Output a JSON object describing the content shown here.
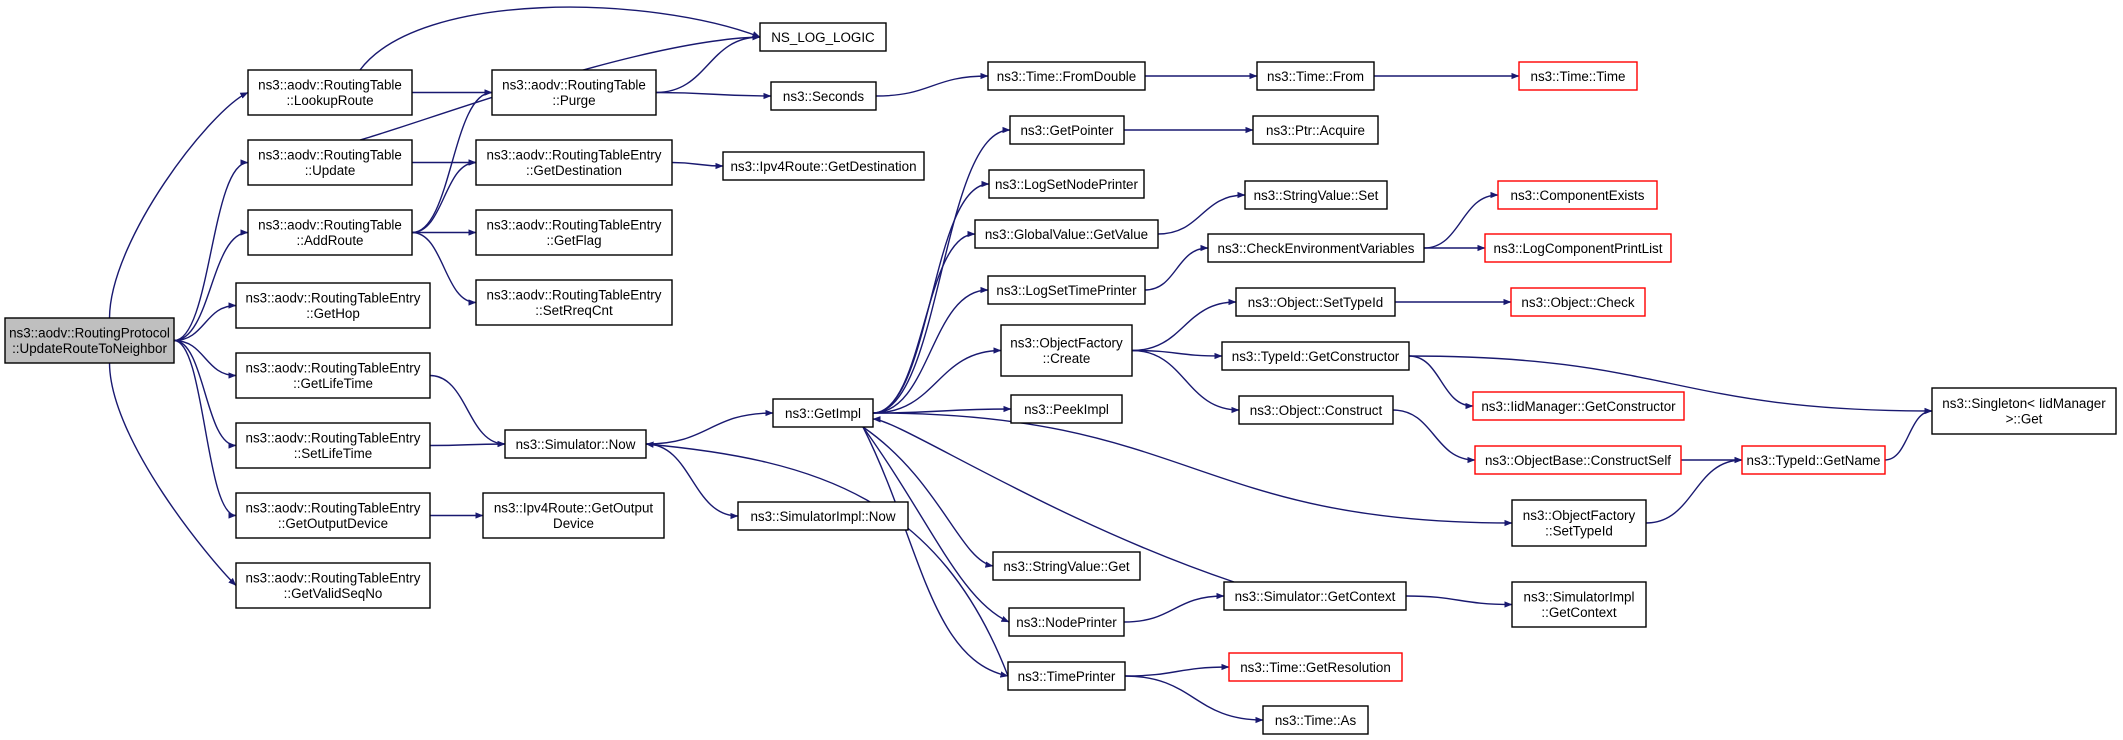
{
  "graph_title": "",
  "colors": {
    "edge": "#191970",
    "root_fill": "#bfbfbf",
    "node_border": "#000000",
    "truncated_node_border": "#ff0000",
    "background": "#ffffff"
  },
  "nodes": [
    {
      "id": "root",
      "lines": [
        "ns3::aodv::RoutingProtocol",
        "::UpdateRouteToNeighbor"
      ],
      "style": "root"
    },
    {
      "id": "lookup",
      "lines": [
        "ns3::aodv::RoutingTable",
        "::LookupRoute"
      ],
      "style": "normal"
    },
    {
      "id": "update",
      "lines": [
        "ns3::aodv::RoutingTable",
        "::Update"
      ],
      "style": "normal"
    },
    {
      "id": "addroute",
      "lines": [
        "ns3::aodv::RoutingTable",
        "::AddRoute"
      ],
      "style": "normal"
    },
    {
      "id": "gethop",
      "lines": [
        "ns3::aodv::RoutingTableEntry",
        "::GetHop"
      ],
      "style": "normal"
    },
    {
      "id": "getlifetime",
      "lines": [
        "ns3::aodv::RoutingTableEntry",
        "::GetLifeTime"
      ],
      "style": "normal"
    },
    {
      "id": "setlifetime",
      "lines": [
        "ns3::aodv::RoutingTableEntry",
        "::SetLifeTime"
      ],
      "style": "normal"
    },
    {
      "id": "getoutdev",
      "lines": [
        "ns3::aodv::RoutingTableEntry",
        "::GetOutputDevice"
      ],
      "style": "normal"
    },
    {
      "id": "getvalidseq",
      "lines": [
        "ns3::aodv::RoutingTableEntry",
        "::GetValidSeqNo"
      ],
      "style": "normal"
    },
    {
      "id": "nslog",
      "lines": [
        "NS_LOG_LOGIC"
      ],
      "style": "normal"
    },
    {
      "id": "purge",
      "lines": [
        "ns3::aodv::RoutingTable",
        "::Purge"
      ],
      "style": "normal"
    },
    {
      "id": "getdest",
      "lines": [
        "ns3::aodv::RoutingTableEntry",
        "::GetDestination"
      ],
      "style": "normal"
    },
    {
      "id": "getflag",
      "lines": [
        "ns3::aodv::RoutingTableEntry",
        "::GetFlag"
      ],
      "style": "normal"
    },
    {
      "id": "setrreq",
      "lines": [
        "ns3::aodv::RoutingTableEntry",
        "::SetRreqCnt"
      ],
      "style": "normal"
    },
    {
      "id": "simnow",
      "lines": [
        "ns3::Simulator::Now"
      ],
      "style": "normal"
    },
    {
      "id": "ipv4outdev",
      "lines": [
        "ns3::Ipv4Route::GetOutput",
        "Device"
      ],
      "style": "normal"
    },
    {
      "id": "seconds",
      "lines": [
        "ns3::Seconds"
      ],
      "style": "normal"
    },
    {
      "id": "ipv4dest",
      "lines": [
        "ns3::Ipv4Route::GetDestination"
      ],
      "style": "normal"
    },
    {
      "id": "getimpl",
      "lines": [
        "ns3::GetImpl"
      ],
      "style": "normal"
    },
    {
      "id": "simimplnow",
      "lines": [
        "ns3::SimulatorImpl::Now"
      ],
      "style": "normal"
    },
    {
      "id": "fromdouble",
      "lines": [
        "ns3::Time::FromDouble"
      ],
      "style": "normal"
    },
    {
      "id": "getpointer",
      "lines": [
        "ns3::GetPointer"
      ],
      "style": "normal"
    },
    {
      "id": "lognodeprinter",
      "lines": [
        "ns3::LogSetNodePrinter"
      ],
      "style": "normal"
    },
    {
      "id": "gvgetvalue",
      "lines": [
        "ns3::GlobalValue::GetValue"
      ],
      "style": "normal"
    },
    {
      "id": "logtimeprinter",
      "lines": [
        "ns3::LogSetTimePrinter"
      ],
      "style": "normal"
    },
    {
      "id": "ofcreate",
      "lines": [
        "ns3::ObjectFactory",
        "::Create"
      ],
      "style": "normal"
    },
    {
      "id": "peekimpl",
      "lines": [
        "ns3::PeekImpl"
      ],
      "style": "normal"
    },
    {
      "id": "svget",
      "lines": [
        "ns3::StringValue::Get"
      ],
      "style": "normal"
    },
    {
      "id": "nodeprinter",
      "lines": [
        "ns3::NodePrinter"
      ],
      "style": "normal"
    },
    {
      "id": "timeprinter",
      "lines": [
        "ns3::TimePrinter"
      ],
      "style": "normal"
    },
    {
      "id": "timefrom",
      "lines": [
        "ns3::Time::From"
      ],
      "style": "normal"
    },
    {
      "id": "ptracquire",
      "lines": [
        "ns3::Ptr::Acquire"
      ],
      "style": "normal"
    },
    {
      "id": "svset",
      "lines": [
        "ns3::StringValue::Set"
      ],
      "style": "normal"
    },
    {
      "id": "checkenv",
      "lines": [
        "ns3::CheckEnvironmentVariables"
      ],
      "style": "normal"
    },
    {
      "id": "objsettypeid",
      "lines": [
        "ns3::Object::SetTypeId"
      ],
      "style": "normal"
    },
    {
      "id": "typeidgetctor",
      "lines": [
        "ns3::TypeId::GetConstructor"
      ],
      "style": "normal"
    },
    {
      "id": "objconstruct",
      "lines": [
        "ns3::Object::Construct"
      ],
      "style": "normal"
    },
    {
      "id": "simgetcontext",
      "lines": [
        "ns3::Simulator::GetContext"
      ],
      "style": "normal"
    },
    {
      "id": "gettimeres",
      "lines": [
        "ns3::Time::GetResolution"
      ],
      "style": "red"
    },
    {
      "id": "timeas",
      "lines": [
        "ns3::Time::As"
      ],
      "style": "normal"
    },
    {
      "id": "timetime",
      "lines": [
        "ns3::Time::Time"
      ],
      "style": "red"
    },
    {
      "id": "compexists",
      "lines": [
        "ns3::ComponentExists"
      ],
      "style": "red"
    },
    {
      "id": "logcompprint",
      "lines": [
        "ns3::LogComponentPrintList"
      ],
      "style": "red"
    },
    {
      "id": "objcheck",
      "lines": [
        "ns3::Object::Check"
      ],
      "style": "red"
    },
    {
      "id": "iidgetctor",
      "lines": [
        "ns3::IidManager::GetConstructor"
      ],
      "style": "red"
    },
    {
      "id": "objbasector",
      "lines": [
        "ns3::ObjectBase::ConstructSelf"
      ],
      "style": "red"
    },
    {
      "id": "ofsettypeid",
      "lines": [
        "ns3::ObjectFactory",
        "::SetTypeId"
      ],
      "style": "normal"
    },
    {
      "id": "simimplctx",
      "lines": [
        "ns3::SimulatorImpl",
        "::GetContext"
      ],
      "style": "normal"
    },
    {
      "id": "typeidgetname",
      "lines": [
        "ns3::TypeId::GetName"
      ],
      "style": "red"
    },
    {
      "id": "singleton",
      "lines": [
        "ns3::Singleton< IidManager",
        ">::Get"
      ],
      "style": "normal"
    }
  ],
  "edges": [
    [
      "root",
      "lookup"
    ],
    [
      "root",
      "update"
    ],
    [
      "root",
      "addroute"
    ],
    [
      "root",
      "gethop"
    ],
    [
      "root",
      "getlifetime"
    ],
    [
      "root",
      "setlifetime"
    ],
    [
      "root",
      "getoutdev"
    ],
    [
      "root",
      "getvalidseq"
    ],
    [
      "lookup",
      "nslog"
    ],
    [
      "lookup",
      "purge"
    ],
    [
      "update",
      "nslog"
    ],
    [
      "update",
      "getdest"
    ],
    [
      "addroute",
      "purge"
    ],
    [
      "addroute",
      "getdest"
    ],
    [
      "addroute",
      "getflag"
    ],
    [
      "addroute",
      "setrreq"
    ],
    [
      "purge",
      "nslog"
    ],
    [
      "purge",
      "seconds"
    ],
    [
      "getdest",
      "ipv4dest"
    ],
    [
      "getlifetime",
      "simnow"
    ],
    [
      "setlifetime",
      "simnow"
    ],
    [
      "getoutdev",
      "ipv4outdev"
    ],
    [
      "seconds",
      "fromdouble"
    ],
    [
      "fromdouble",
      "timefrom"
    ],
    [
      "timefrom",
      "timetime"
    ],
    [
      "simnow",
      "getimpl"
    ],
    [
      "simnow",
      "simimplnow"
    ],
    [
      "getimpl",
      "getpointer"
    ],
    [
      "getimpl",
      "lognodeprinter"
    ],
    [
      "getimpl",
      "gvgetvalue"
    ],
    [
      "getimpl",
      "logtimeprinter"
    ],
    [
      "getimpl",
      "ofcreate"
    ],
    [
      "getimpl",
      "peekimpl"
    ],
    [
      "getimpl",
      "svget"
    ],
    [
      "getimpl",
      "nodeprinter"
    ],
    [
      "getimpl",
      "timeprinter"
    ],
    [
      "getimpl",
      "ofsettypeid"
    ],
    [
      "getpointer",
      "ptracquire"
    ],
    [
      "gvgetvalue",
      "svset"
    ],
    [
      "logtimeprinter",
      "checkenv"
    ],
    [
      "checkenv",
      "compexists"
    ],
    [
      "checkenv",
      "logcompprint"
    ],
    [
      "ofcreate",
      "objsettypeid"
    ],
    [
      "ofcreate",
      "typeidgetctor"
    ],
    [
      "ofcreate",
      "objconstruct"
    ],
    [
      "objsettypeid",
      "objcheck"
    ],
    [
      "typeidgetctor",
      "iidgetctor"
    ],
    [
      "typeidgetctor",
      "singleton"
    ],
    [
      "objconstruct",
      "objbasector"
    ],
    [
      "objbasector",
      "typeidgetname"
    ],
    [
      "ofsettypeid",
      "typeidgetname"
    ],
    [
      "typeidgetname",
      "singleton"
    ],
    [
      "nodeprinter",
      "simgetcontext"
    ],
    [
      "simgetcontext",
      "simimplctx"
    ],
    [
      "simgetcontext",
      "getimpl"
    ],
    [
      "timeprinter",
      "simnow"
    ],
    [
      "timeprinter",
      "gettimeres"
    ],
    [
      "timeprinter",
      "timeas"
    ]
  ]
}
